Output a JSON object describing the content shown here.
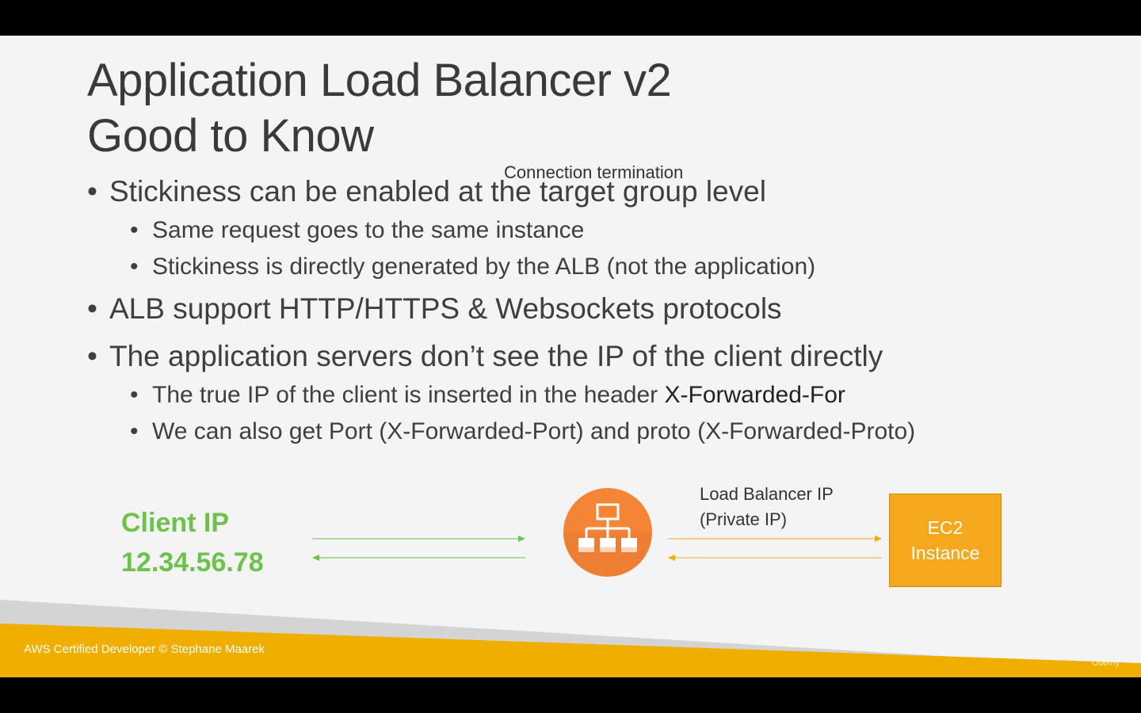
{
  "slide": {
    "title_line1": "Application Load Balancer v2",
    "title_line2": "Good to Know",
    "bullets": [
      {
        "level": 1,
        "text": "Stickiness can be enabled at the target group level"
      },
      {
        "level": 2,
        "text": "Same request goes to the same instance"
      },
      {
        "level": 2,
        "text": "Stickiness is directly generated by the ALB (not the application)"
      },
      {
        "level": 1,
        "text": "ALB support HTTP/HTTPS & Websockets protocols"
      },
      {
        "level": 1,
        "text": "The application servers don’t see the IP of the client directly"
      },
      {
        "level": 2,
        "text": "The true IP of the client is inserted in the header ",
        "emphasis": "X-Forwarded-For"
      },
      {
        "level": 2,
        "text": "We can also get Port (X-Forwarded-Port) and proto (X-Forwarded-Proto)"
      }
    ],
    "bullet_glyph": "•"
  },
  "diagram": {
    "client_ip_label": "Client IP",
    "client_ip_value": "12.34.56.78",
    "lb_label_line1": "Load Balancer IP",
    "lb_label_line2": "(Private IP)",
    "ec2_line1": "EC2",
    "ec2_line2": "Instance",
    "connection_label": "Connection termination",
    "icon": "load-balancer-icon"
  },
  "footer": {
    "text": "AWS Certified Developer © Stephane Maarek",
    "watermark": "Udemy"
  },
  "colors": {
    "client_green": "#6cc24a",
    "lb_orange": "#f58536",
    "ec2_orange": "#f5a81c",
    "footer_band": "#f0ae00"
  }
}
